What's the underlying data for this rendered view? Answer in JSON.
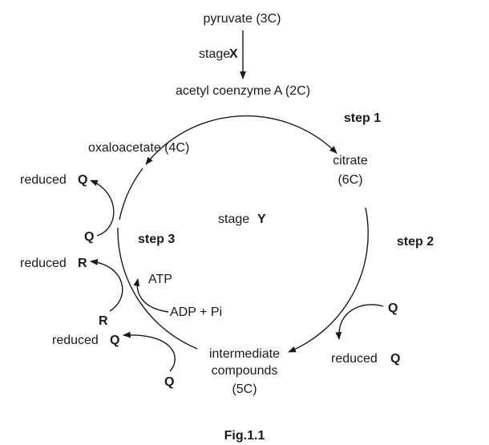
{
  "top": {
    "pyruvate": "pyruvate (3C)",
    "stage_x_word": "stage",
    "stage_x_letter": "X",
    "acetyl": "acetyl coenzyme A (2C)"
  },
  "cycle": {
    "step1": "step 1",
    "citrate_name": "citrate",
    "citrate_carbons": "(6C)",
    "step2": "step 2",
    "stage_y_word": "stage",
    "stage_y_letter": "Y",
    "step3": "step 3",
    "oxaloacetate": "oxaloacetate (4C)",
    "intermediate_line1": "intermediate",
    "intermediate_line2": "compounds",
    "intermediate_line3": "(5C)"
  },
  "side": {
    "reduced_word": "reduced",
    "Q": "Q",
    "R": "R",
    "atp": "ATP",
    "adp": "ADP + Pi"
  },
  "caption": "Fig.1.1"
}
